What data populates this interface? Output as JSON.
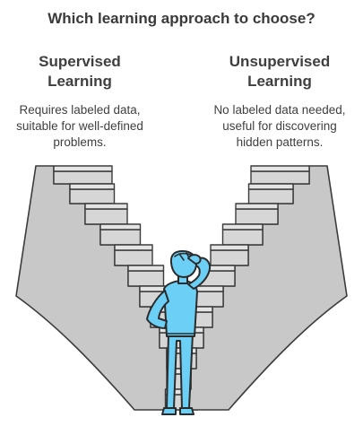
{
  "title": "Which learning approach to choose?",
  "left": {
    "title_lines": [
      "Supervised",
      "Learning"
    ],
    "desc_lines": [
      "Requires labeled data,",
      "suitable for well-defined",
      "problems."
    ]
  },
  "right": {
    "title_lines": [
      "Unsupervised",
      "Learning"
    ],
    "desc_lines": [
      "No labeled data needed,",
      "useful for discovering",
      "hidden patterns."
    ]
  },
  "colors": {
    "stair_fill": "#d6d6d6",
    "stair_stroke": "#3c3c3c",
    "person_fill": "#6ccff6",
    "person_stroke": "#2b2b2b"
  }
}
